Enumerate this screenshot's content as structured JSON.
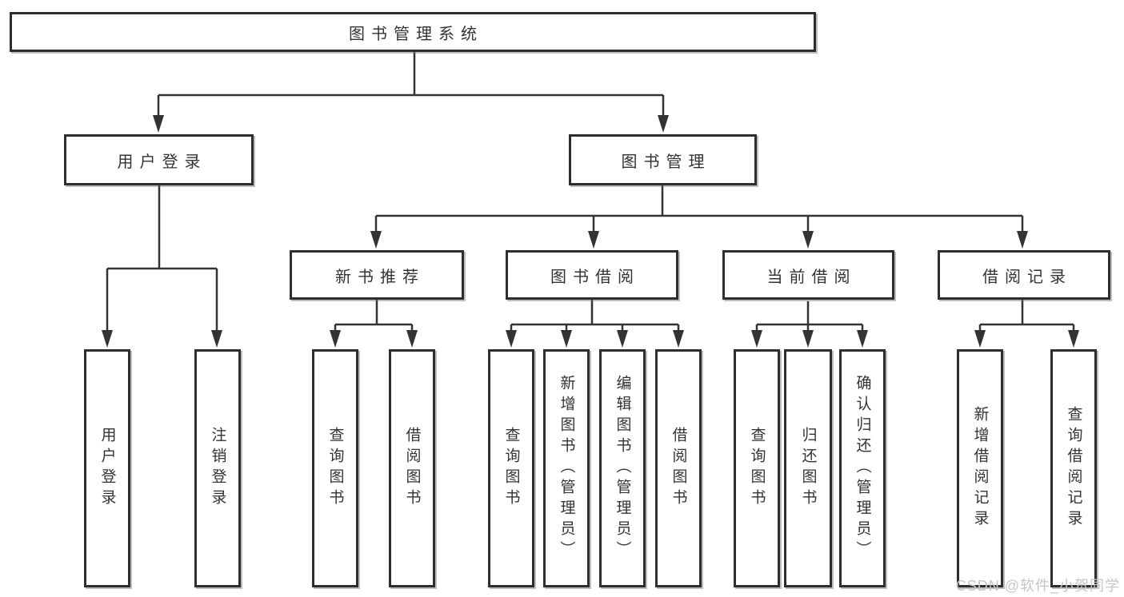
{
  "tree": {
    "root": {
      "label": "图书管理系统"
    },
    "branches": [
      {
        "label": "用户登录",
        "children": [
          {
            "label": "用户登录"
          },
          {
            "label": "注销登录"
          }
        ]
      },
      {
        "label": "图书管理",
        "children": [
          {
            "label": "新书推荐",
            "children": [
              {
                "label": "查询图书"
              },
              {
                "label": "借阅图书"
              }
            ]
          },
          {
            "label": "图书借阅",
            "children": [
              {
                "label": "查询图书"
              },
              {
                "label": "新增图书（管理员）"
              },
              {
                "label": "编辑图书（管理员）"
              },
              {
                "label": "借阅图书"
              }
            ]
          },
          {
            "label": "当前借阅",
            "children": [
              {
                "label": "查询图书"
              },
              {
                "label": "归还图书"
              },
              {
                "label": "确认归还（管理员）"
              }
            ]
          },
          {
            "label": "借阅记录",
            "children": [
              {
                "label": "新增借阅记录"
              },
              {
                "label": "查询借阅记录"
              }
            ]
          }
        ]
      }
    ]
  },
  "watermark": {
    "text": "CSDN @软件_小贺同学"
  },
  "colors": {
    "line": "#333333",
    "box_border": "#2e2e2e",
    "text": "#333333",
    "watermark": "#c6c6c6",
    "background": "#ffffff"
  }
}
